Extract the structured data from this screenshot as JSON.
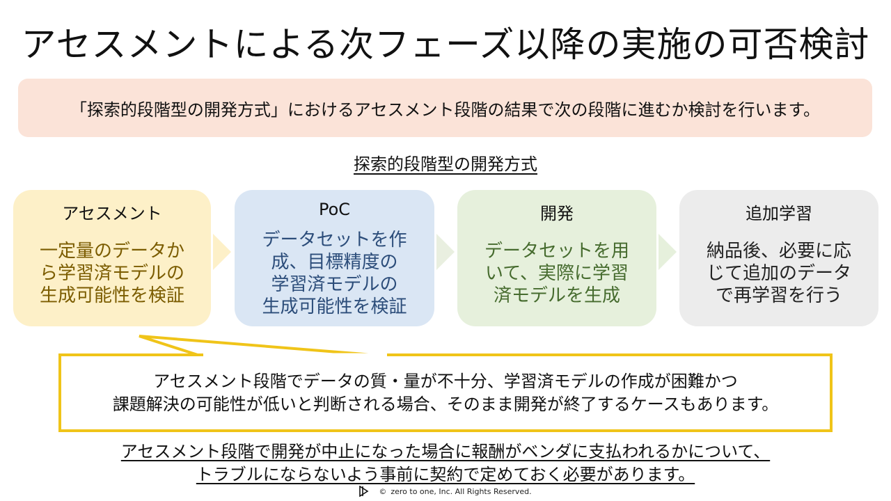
{
  "title": "アセスメントによる次フェーズ以降の実施の可否検討",
  "intro": "「探索的段階型の開発方式」におけるアセスメント段階の結果で次の段階に進むか検討を行います。",
  "method_title": "探索的段階型の開発方式",
  "phases": [
    {
      "title": "アセスメント",
      "body": [
        "一定量のデータか",
        "ら学習済モデルの",
        "生成可能性を検証"
      ]
    },
    {
      "title": "PoC",
      "body": [
        "データセットを作",
        "成、目標精度の",
        "学習済モデルの",
        "生成可能性を検証"
      ]
    },
    {
      "title": "開発",
      "body": [
        "データセットを用",
        "いて、実際に学習",
        "済モデルを生成"
      ]
    },
    {
      "title": "追加学習",
      "body": [
        "納品後、必要に応",
        "じて追加のデータ",
        "で再学習を行う"
      ]
    }
  ],
  "callout": [
    "アセスメント段階でデータの質・量が不十分、学習済モデルの作成が困難かつ",
    "課題解決の可能性が低いと判断される場合、そのまま開発が終了するケースもあります。"
  ],
  "note": [
    "アセスメント段階で開発が中止になった場合に報酬がベンダに支払われるかについて、",
    "トラブルにならないよう事前に契約で定めておく必要があります。"
  ],
  "footer": {
    "copyright_symbol": "©",
    "text": "zero to one, Inc. All Rights Reserved."
  },
  "colors": {
    "intro_bg": "#fbe3d8",
    "assessment_bg": "#fdf0c8",
    "poc_bg": "#dae6f4",
    "dev_bg": "#e6f0dc",
    "additional_bg": "#ececec",
    "callout_border": "#f0c419"
  }
}
